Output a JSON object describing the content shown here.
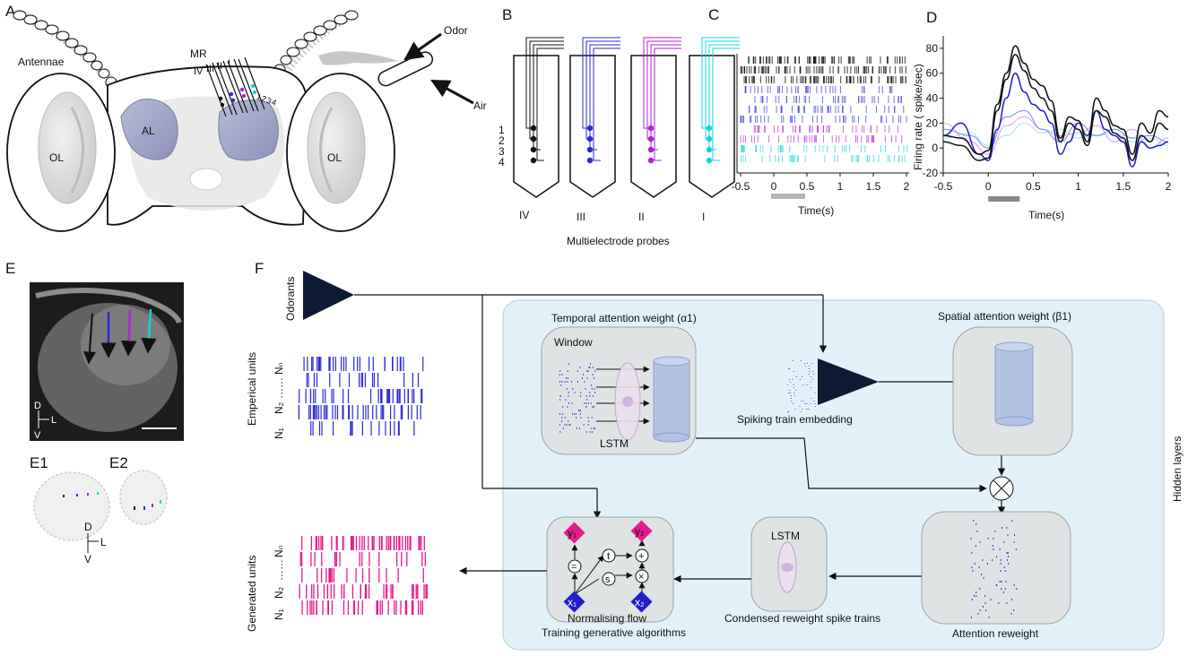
{
  "panel_letters": {
    "A": "A",
    "B": "B",
    "C": "C",
    "D": "D",
    "E": "E",
    "E1": "E1",
    "E2": "E2",
    "F": "F"
  },
  "panel_a": {
    "antennae": "Antennae",
    "mr": "MR",
    "odor": "Odor",
    "air": "Air",
    "al": "AL",
    "ol": "OL",
    "probe_numerals": [
      "IV",
      "III",
      "II",
      "I"
    ],
    "site_numbers": [
      "1",
      "2",
      "3",
      "4"
    ]
  },
  "panel_b": {
    "probes": [
      {
        "label": "IV",
        "color": "#111111"
      },
      {
        "label": "III",
        "color": "#2b2bd6"
      },
      {
        "label": "II",
        "color": "#b21fd6"
      },
      {
        "label": "I",
        "color": "#14d4d9"
      }
    ],
    "site_labels": [
      "1",
      "2",
      "3",
      "4"
    ],
    "caption": "Multielectrode probes"
  },
  "panel_c": {
    "xticks": [
      "-0.5",
      "0",
      "0.5",
      "1",
      "1.5",
      "2"
    ],
    "xlabel": "Time(s)"
  },
  "panel_e": {
    "d": "D",
    "l": "L",
    "v": "V"
  },
  "panel_f": {
    "odorants": "Odorants",
    "emperical_units": "Emperical units",
    "generated_units": "Generated units",
    "n_n": "Nₙ",
    "n_2": "N₂",
    "n_1": "N₁",
    "dots": "……",
    "temporal_attention": "Temporal attention weight (α1)",
    "window": "Window",
    "lstm": "LSTM",
    "spiking_train_embedding": "Spiking train embedding",
    "spatial_attention": "Spatial attention weight (β1)",
    "hidden_layers": "Hidden layers",
    "attention_reweight": "Attention reweight",
    "condensed": "Condensed reweight spike trains",
    "normalising_flow": "Normalising flow",
    "training": "Training generative algorithms",
    "y1": "y₁",
    "y2": "y₂",
    "x1": "x₁",
    "x2": "x₂",
    "op_eq": "=",
    "op_t": "t",
    "op_s": "s",
    "op_plus": "+",
    "op_times": "×"
  },
  "chart_data": {
    "type": "line",
    "xlabel": "Time(s)",
    "ylabel": "Firing rate ( spike/sec)",
    "xlim": [
      -0.5,
      2
    ],
    "ylim": [
      -20,
      90
    ],
    "xticks": [
      -0.5,
      0,
      0.5,
      1,
      1.5,
      2
    ],
    "yticks": [
      -20,
      0,
      20,
      40,
      60,
      80
    ],
    "stimulus_bar": [
      0,
      0.5
    ],
    "series": [
      {
        "color": "#111111",
        "x": [
          -0.5,
          -0.3,
          -0.1,
          0,
          0.1,
          0.2,
          0.3,
          0.4,
          0.5,
          0.6,
          0.7,
          0.8,
          0.9,
          1,
          1.1,
          1.2,
          1.3,
          1.4,
          1.5,
          1.6,
          1.7,
          1.8,
          1.9,
          2
        ],
        "y": [
          10,
          8,
          -5,
          -2,
          35,
          60,
          82,
          68,
          55,
          50,
          38,
          8,
          25,
          22,
          5,
          40,
          30,
          18,
          15,
          -5,
          20,
          12,
          30,
          25
        ]
      },
      {
        "color": "#111111",
        "x": [
          -0.5,
          -0.3,
          -0.1,
          0,
          0.1,
          0.2,
          0.3,
          0.4,
          0.5,
          0.6,
          0.7,
          0.8,
          0.9,
          1,
          1.1,
          1.2,
          1.3,
          1.4,
          1.5,
          1.6,
          1.7,
          1.8,
          1.9,
          2
        ],
        "y": [
          5,
          2,
          -10,
          -8,
          30,
          55,
          75,
          62,
          48,
          40,
          30,
          5,
          20,
          15,
          2,
          30,
          25,
          12,
          8,
          -10,
          10,
          5,
          20,
          15
        ]
      },
      {
        "color": "#1f1fc8",
        "x": [
          -0.5,
          -0.3,
          -0.1,
          0,
          0.1,
          0.2,
          0.3,
          0.4,
          0.5,
          0.6,
          0.7,
          0.8,
          0.9,
          1,
          1.1,
          1.2,
          1.3,
          1.4,
          1.5,
          1.6,
          1.7,
          1.8,
          1.9,
          2
        ],
        "y": [
          10,
          20,
          -5,
          -10,
          15,
          40,
          60,
          45,
          35,
          30,
          20,
          -5,
          5,
          20,
          10,
          30,
          15,
          10,
          5,
          -15,
          5,
          0,
          2,
          5
        ]
      },
      {
        "color": "#7f8cf5",
        "x": [
          -0.5,
          -0.2,
          0,
          0.2,
          0.4,
          0.6,
          0.8,
          1,
          1.2,
          1.4,
          1.6,
          1.8,
          2
        ],
        "y": [
          15,
          10,
          0,
          25,
          30,
          15,
          5,
          20,
          10,
          15,
          8,
          10,
          5
        ]
      },
      {
        "color": "#e4a0f2",
        "x": [
          -0.5,
          -0.2,
          0,
          0.2,
          0.4,
          0.6,
          0.8,
          1,
          1.2,
          1.4,
          1.6,
          1.8,
          2
        ],
        "y": [
          20,
          5,
          -5,
          18,
          25,
          15,
          10,
          12,
          18,
          5,
          15,
          0,
          8
        ]
      },
      {
        "color": "#9fe8ec",
        "x": [
          -0.5,
          -0.2,
          0,
          0.2,
          0.4,
          0.6,
          0.8,
          1,
          1.2,
          1.4,
          1.6,
          1.8,
          2
        ],
        "y": [
          8,
          12,
          2,
          10,
          20,
          12,
          15,
          8,
          10,
          12,
          5,
          8,
          2
        ]
      }
    ]
  }
}
